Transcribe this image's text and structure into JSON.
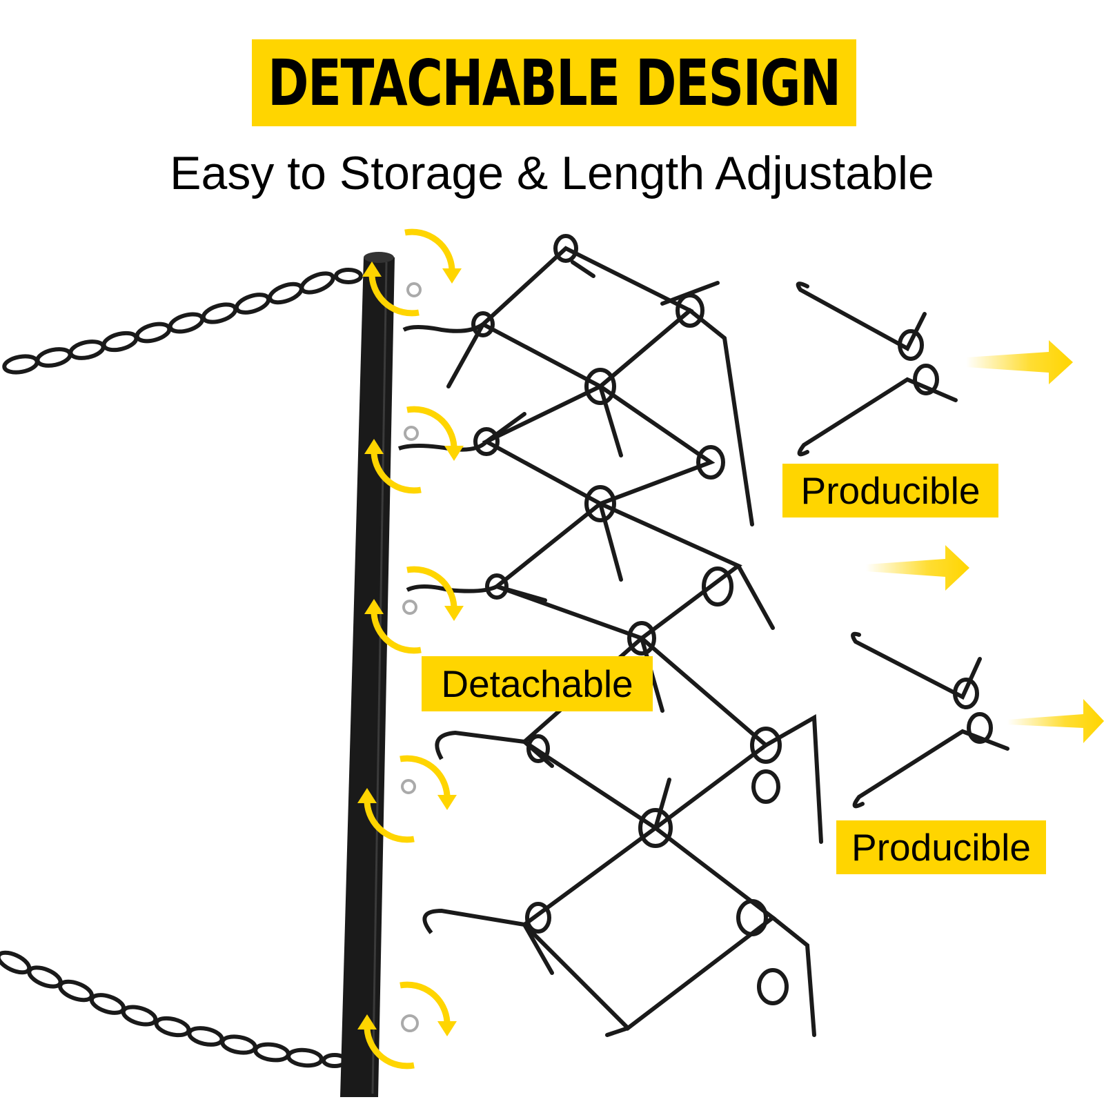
{
  "header": {
    "title": "DETACHABLE DESIGN",
    "subtitle": "Easy to Storage & Length Adjustable"
  },
  "labels": {
    "detachable": "Detachable",
    "producible_top": "Producible",
    "producible_bottom": "Producible"
  },
  "colors": {
    "accent": "#FFD500",
    "metal": "#1a1a1a",
    "text": "#000000"
  },
  "icons": [
    "rotate-arrows-icon",
    "right-arrow-icon",
    "chain-icon",
    "tine-hook-icon"
  ]
}
